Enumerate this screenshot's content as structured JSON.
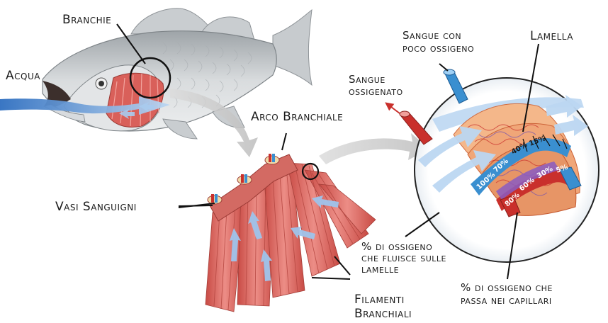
{
  "labels": {
    "branchie": "Branchie",
    "acqua": "Acqua",
    "arco_branchiale": "Arco Branchiale",
    "vasi_sanguigni": "Vasi Sanguigni",
    "sangue_poco_line1": "Sangue con",
    "sangue_poco_line2": "poco ossigeno",
    "lamella": "Lamella",
    "sangue_ossigenato_line1": "Sangue",
    "sangue_ossigenato_line2": "ossigenato",
    "perc_fluisce_line1": "% di ossigeno",
    "perc_fluisce_line2": "che fluisce sulle",
    "perc_fluisce_line3": "lamelle",
    "perc_passa_line1": "% di ossigeno che",
    "perc_passa_line2": "passa nei capillari",
    "filamenti_line1": "Filamenti",
    "filamenti_line2": "Branchiali"
  },
  "water_percentages": [
    "100%",
    "70%",
    "40%",
    "15%"
  ],
  "capillary_percentages": [
    "80%",
    "60%",
    "30%",
    "5%"
  ],
  "colors": {
    "water": "#4a90d9",
    "oxygenated_blood": "#c9302c",
    "low_oxygen_blood": "#3a8fd0",
    "gill_tissue": "#d9605a",
    "fish_body": "#cfd3d6"
  }
}
